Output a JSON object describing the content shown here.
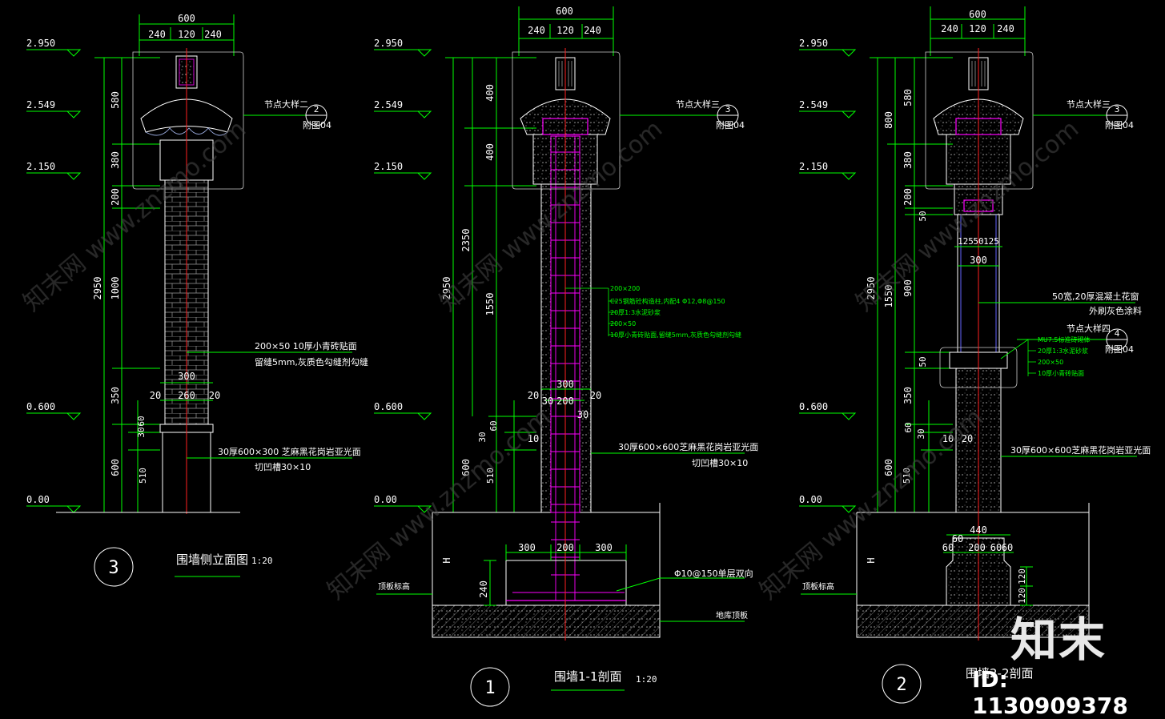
{
  "colors": {
    "background": "#000000",
    "dimension": "#00ff00",
    "outline": "#ffffff",
    "centerline": "#ff2020",
    "rebar": "#ff00ff",
    "note_green": "#00ff00",
    "brick": "#b0b0b0",
    "level_text": "#ffffff"
  },
  "views": [
    {
      "id": "view3",
      "number": "3",
      "title": "围墙侧立面图",
      "scale": "1:20",
      "top_dims": {
        "total": "600",
        "parts": [
          "240",
          "120",
          "240"
        ]
      },
      "levels": [
        "2.950",
        "2.549",
        "2.150",
        "0.600",
        "0.00"
      ],
      "left_dims": [
        "2950",
        "580",
        "380",
        "200",
        "1000",
        "350",
        "600",
        "30",
        "60",
        "510"
      ],
      "detail_ref": {
        "label": "节点大样二",
        "num": "2",
        "sheet": "附图04"
      },
      "notes": [
        {
          "text": "200×50 10厚小青砖贴面"
        },
        {
          "text": "留缝5mm,灰质色勾缝剂勾缝"
        },
        {
          "text": "30厚600×300 芝麻黑花岗岩亚光面"
        },
        {
          "text": "切凹槽30×10"
        }
      ],
      "mid_dims": [
        "300",
        "20",
        "260",
        "20"
      ]
    },
    {
      "id": "view1",
      "number": "1",
      "title": "围墙1-1剖面",
      "scale": "1:20",
      "top_dims": {
        "total": "600",
        "parts": [
          "240",
          "120",
          "240"
        ]
      },
      "levels": [
        "2.950",
        "2.549",
        "2.150",
        "0.600",
        "0.00"
      ],
      "left_dims": [
        "2950",
        "2350",
        "400",
        "400",
        "1550",
        "600",
        "30",
        "60",
        "510"
      ],
      "detail_ref": {
        "label": "节点大样三",
        "num": "3",
        "sheet": "附图04"
      },
      "rebar_notes": [
        {
          "text": "200×200"
        },
        {
          "text": "C25钢筋砼构造柱,内配4 Φ12,Φ8@150"
        },
        {
          "text": "20厚1:3水泥砂浆"
        },
        {
          "text": "200×50"
        },
        {
          "text": "10厚小青砖贴面,留缝5mm,灰质色勾缝剂勾缝"
        }
      ],
      "notes": [
        {
          "text": "30厚600×600芝麻黑花岗岩亚光面"
        },
        {
          "text": "切凹槽30×10"
        },
        {
          "text": "Φ10@150单层双向"
        },
        {
          "text": "顶板标高"
        },
        {
          "text": "地库顶板"
        }
      ],
      "mid_dims": [
        "300",
        "20",
        "30",
        "200",
        "20",
        "30",
        "10"
      ],
      "foot_dims": [
        "300",
        "200",
        "300",
        "240",
        "H"
      ]
    },
    {
      "id": "view2",
      "number": "2",
      "title": "围墙2-2剖面",
      "scale": "",
      "top_dims": {
        "total": "600",
        "parts": [
          "240",
          "120",
          "240"
        ]
      },
      "levels": [
        "2.950",
        "2.549",
        "2.150",
        "0.600",
        "0.00"
      ],
      "left_dims": [
        "2950",
        "1550",
        "580",
        "800",
        "380",
        "200",
        "50",
        "900",
        "50",
        "350",
        "60",
        "30",
        "600",
        "510"
      ],
      "detail_ref": {
        "label": "节点大样三",
        "num": "3",
        "sheet": "附图04"
      },
      "detail_ref2": {
        "label": "节点大样四",
        "num": "4",
        "sheet": "附图04"
      },
      "notes": [
        {
          "text": "50宽,20厚混凝土花窗"
        },
        {
          "text": "外刷灰色涂料"
        },
        {
          "text": "30厚600×600芝麻黑花岗岩亚光面"
        },
        {
          "text": "顶板标高"
        }
      ],
      "rebar_notes": [
        {
          "text": "MU7.5标准砖砌体"
        },
        {
          "text": "20厚1:3水泥砂浆"
        },
        {
          "text": "200×50"
        },
        {
          "text": "10厚小青砖贴面"
        }
      ],
      "mid_dims": [
        "125",
        "50",
        "125",
        "300",
        "10",
        "20"
      ],
      "foot_dims": [
        "440",
        "60",
        "60",
        "200",
        "60",
        "60",
        "120",
        "120",
        "H"
      ]
    }
  ],
  "watermark": {
    "logo": "知末",
    "id_text": "ID: 1130909378",
    "diag": "知末网 www.znzmo.com"
  }
}
